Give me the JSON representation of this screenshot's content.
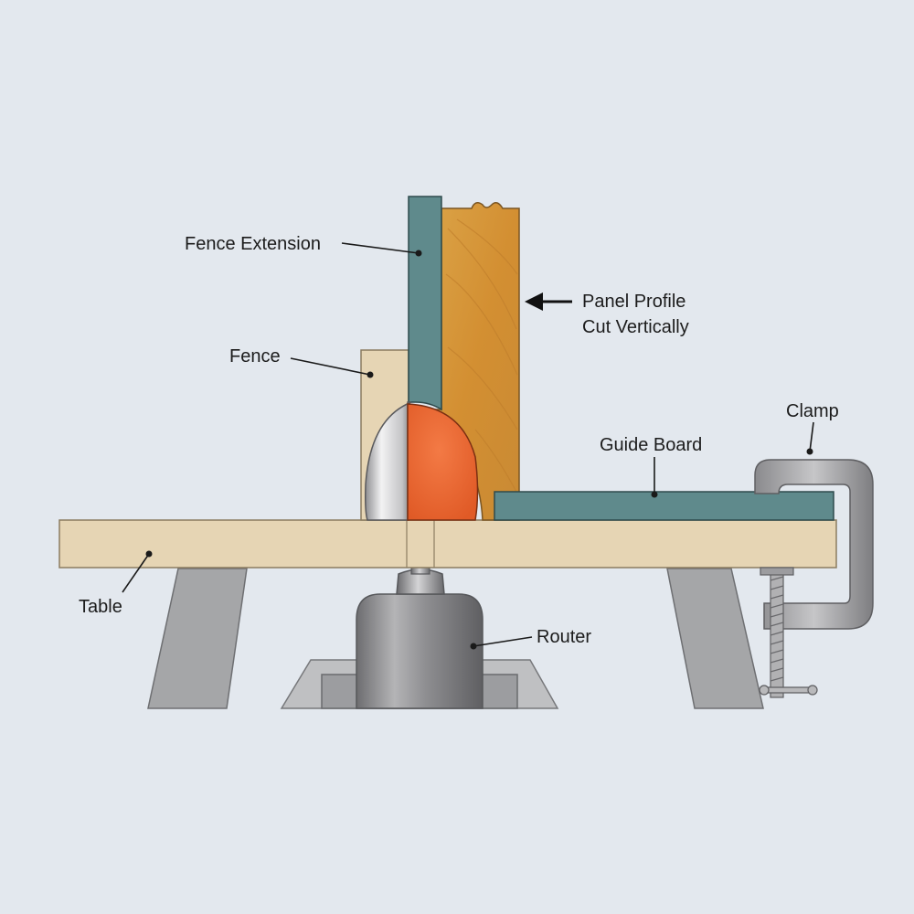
{
  "labels": {
    "fence_extension": "Fence Extension",
    "panel_profile_line1": "Panel Profile",
    "panel_profile_line2": "Cut Vertically",
    "fence": "Fence",
    "clamp": "Clamp",
    "guide_board": "Guide Board",
    "table": "Table",
    "router": "Router"
  },
  "colors": {
    "background": "#e3e8ee",
    "table": "#e6d5b4",
    "fence": "#e6d5b4",
    "fence_extension": "#5f8a8c",
    "guide_board": "#5f8a8c",
    "panel_wood": "#d99a3c",
    "router_bit_cutter": "#ee6a35",
    "router_body": "#9a9a9c",
    "legs": "#a5a6a8",
    "clamp": "#a9a9ab"
  }
}
